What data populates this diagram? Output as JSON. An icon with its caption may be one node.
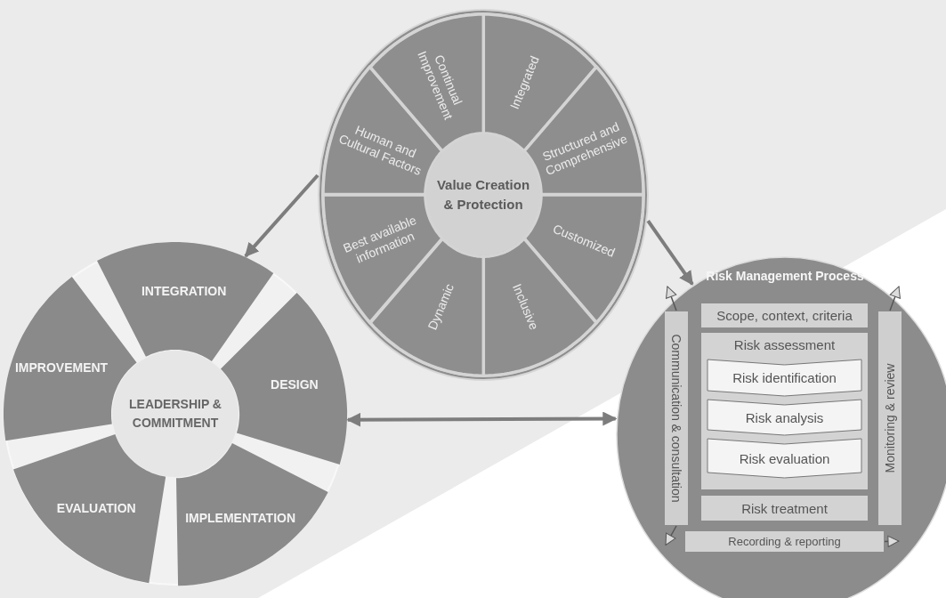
{
  "diagram": {
    "nodes": [
      {
        "text": [],
        "shape": "circle"
      },
      {
        "text": [
          "Value Creation & Protection"
        ],
        "in": 0
      },
      {
        "text": [
          "Integrated"
        ],
        "in": 0
      },
      {
        "text": [
          "Structured and Comprehensive"
        ],
        "in": 0
      },
      {
        "text": [
          "Customized"
        ],
        "in": 0
      },
      {
        "text": [
          "Inclusive"
        ],
        "in": 0
      },
      {
        "text": [
          "Dynamic"
        ],
        "in": 0
      },
      {
        "text": [
          "Best available information"
        ],
        "in": 0
      },
      {
        "text": [
          "Human and Cultural Factors"
        ],
        "in": 0
      },
      {
        "text": [
          "Continual Improvement"
        ],
        "in": 0
      },
      {
        "text": [],
        "shape": "circle"
      },
      {
        "text": [
          "LEADERSHIP & COMMITMENT"
        ],
        "in": 10
      },
      {
        "text": [
          "INTEGRATION"
        ],
        "in": 10
      },
      {
        "text": [
          "DESIGN"
        ],
        "in": 10
      },
      {
        "text": [
          "IMPLEMENTATION"
        ],
        "in": 10
      },
      {
        "text": [
          "EVALUATION"
        ],
        "in": 10
      },
      {
        "text": [
          "IMPROVEMENT"
        ],
        "in": 10
      },
      {
        "text": [
          "Risk Management Process"
        ]
      },
      {
        "text": [
          "Communication & consultation"
        ],
        "in": 17
      },
      {
        "text": [
          "Scope, context, criteria"
        ],
        "in": 17
      },
      {
        "text": [
          "Risk assessment"
        ],
        "in": 17
      },
      {
        "text": [
          "Risk identification"
        ],
        "in": 20
      },
      {
        "text": [
          "Risk analysis"
        ],
        "in": 20
      },
      {
        "text": [
          "Risk evaluation"
        ],
        "in": 20
      },
      {
        "text": [
          "Risk treatment"
        ],
        "in": 17
      },
      {
        "text": [
          "Monitoring & review"
        ],
        "in": 17
      },
      {
        "text": [
          "Recording & reporting"
        ],
        "in": 17
      }
    ],
    "edges": [
      {
        "from": 0,
        "to": 10,
        "arrow": "to",
        "style": "thick"
      },
      {
        "from": 0,
        "to": 17,
        "arrow": "to",
        "style": "thick"
      },
      {
        "from": 10,
        "to": 17,
        "arrow": "both",
        "style": "thick"
      },
      {
        "from": 18,
        "to": 26,
        "arrow": "to"
      },
      {
        "from": 26,
        "to": 25,
        "arrow": "to"
      },
      {
        "from": 18,
        "to": null,
        "arrow": "to"
      },
      {
        "from": 25,
        "to": null,
        "arrow": "to"
      }
    ]
  }
}
